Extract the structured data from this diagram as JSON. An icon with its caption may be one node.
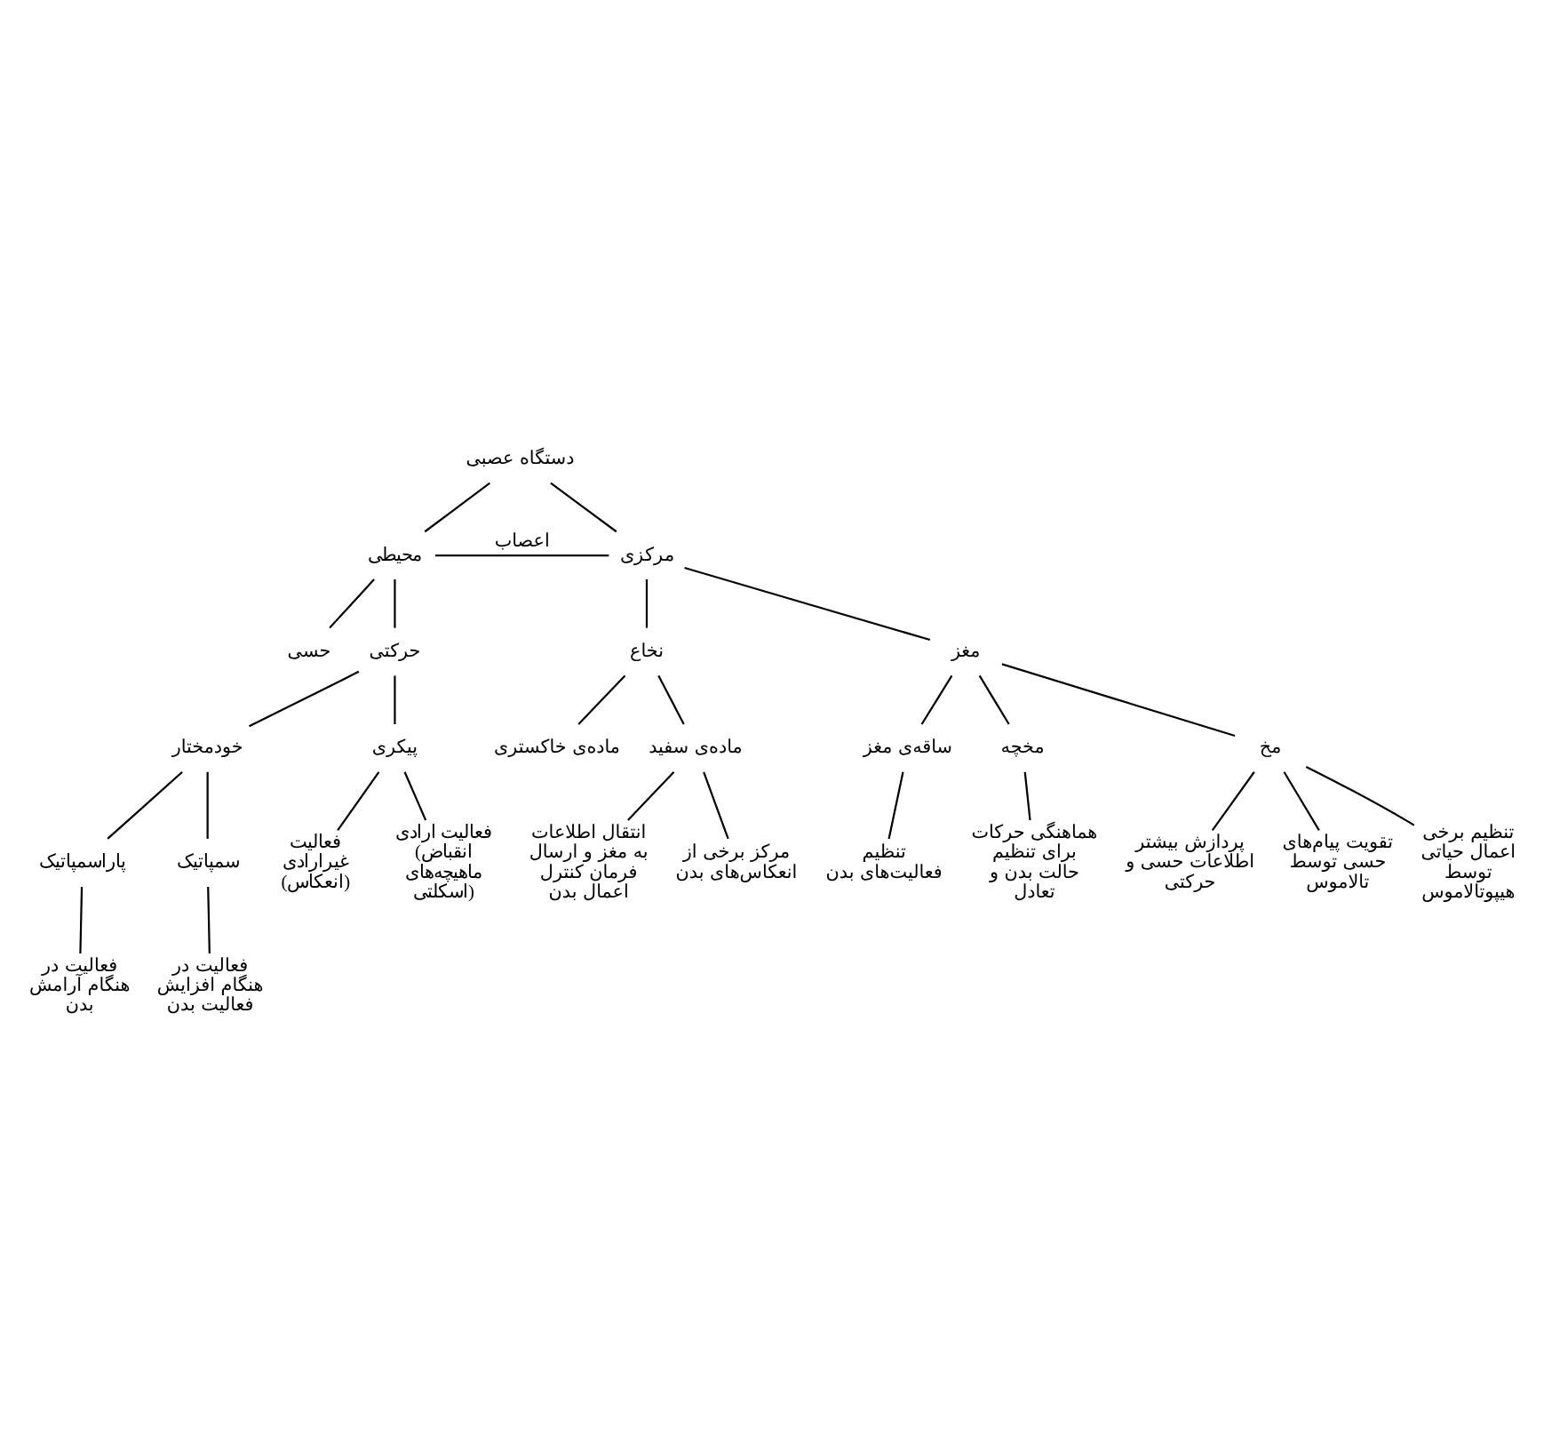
{
  "diagram": {
    "nodes": [
      {
        "text": [
          "دستگاه عصبی"
        ]
      },
      {
        "text": [
          "محیطی"
        ]
      },
      {
        "text": [
          "مرکزی"
        ]
      },
      {
        "text": [
          "حسی"
        ]
      },
      {
        "text": [
          "حرکتی"
        ]
      },
      {
        "text": [
          "نخاع"
        ]
      },
      {
        "text": [
          "مغز"
        ]
      },
      {
        "text": [
          "خودمختار"
        ]
      },
      {
        "text": [
          "پیکری"
        ]
      },
      {
        "text": [
          "ماده‌ی خاکستری"
        ]
      },
      {
        "text": [
          "ماده‌ی سفید"
        ]
      },
      {
        "text": [
          "ساقه‌ی مغز"
        ]
      },
      {
        "text": [
          "مخچه"
        ]
      },
      {
        "text": [
          "مخ"
        ]
      },
      {
        "text": [
          "پاراسمپاتیک"
        ]
      },
      {
        "text": [
          "سمپاتیک"
        ]
      },
      {
        "text": [
          "فعالیت غیرارادی",
          "(انعکاس)"
        ]
      },
      {
        "text": [
          "فعالیت ارادی",
          "(انقباض ماهیچه‌های اسکلتی)"
        ]
      },
      {
        "text": [
          "فعالیت در هنگام آرامش بدن"
        ]
      },
      {
        "text": [
          "فعالیت در هنگام افزایش فعالیت بدن"
        ]
      },
      {
        "text": [
          "انتقال اطلاعات به مغز و ارسال فرمان کنترل اعمال بدن"
        ]
      },
      {
        "text": [
          "مرکز برخی از انعکاس‌های بدن"
        ]
      },
      {
        "text": [
          "تنظیم فعالیت‌های بدن"
        ]
      },
      {
        "text": [
          "هماهنگی حرکات برای تنظیم حالت بدن و تعادل"
        ]
      },
      {
        "text": [
          "پردازش بیشتر اطلاعات حسی و حرکتی"
        ]
      },
      {
        "text": [
          "تقویت پیام‌های حسی توسط تالاموس"
        ]
      },
      {
        "text": [
          "تنظیم برخی اعمال حیاتی توسط هیپوتالاموس"
        ]
      }
    ],
    "edges": [
      {
        "from": 0,
        "to": 1,
        "arrow": "none"
      },
      {
        "from": 0,
        "to": 2,
        "arrow": "none"
      },
      {
        "from": 1,
        "to": 2,
        "arrow": "none",
        "label": "اعصاب"
      },
      {
        "from": 1,
        "to": 4,
        "arrow": "none"
      },
      {
        "from": 1,
        "to": 3,
        "arrow": "none"
      },
      {
        "from": 2,
        "to": 5,
        "arrow": "none"
      },
      {
        "from": 2,
        "to": 6,
        "arrow": "none"
      },
      {
        "from": 4,
        "to": 7,
        "arrow": "none"
      },
      {
        "from": 4,
        "to": 8,
        "arrow": "none"
      },
      {
        "from": 5,
        "to": 9,
        "arrow": "none"
      },
      {
        "from": 5,
        "to": 10,
        "arrow": "none"
      },
      {
        "from": 6,
        "to": 11,
        "arrow": "none"
      },
      {
        "from": 6,
        "to": 12,
        "arrow": "none"
      },
      {
        "from": 6,
        "to": 13,
        "arrow": "none"
      },
      {
        "from": 7,
        "to": 14,
        "arrow": "none"
      },
      {
        "from": 7,
        "to": 15,
        "arrow": "none"
      },
      {
        "from": 8,
        "to": 16,
        "arrow": "none"
      },
      {
        "from": 8,
        "to": 17,
        "arrow": "none"
      },
      {
        "from": 14,
        "to": 18,
        "arrow": "none"
      },
      {
        "from": 15,
        "to": 19,
        "arrow": "none"
      },
      {
        "from": 10,
        "to": 20,
        "arrow": "none"
      },
      {
        "from": 10,
        "to": 21,
        "arrow": "none"
      },
      {
        "from": 11,
        "to": 22,
        "arrow": "none"
      },
      {
        "from": 12,
        "to": 23,
        "arrow": "none"
      },
      {
        "from": 13,
        "to": 24,
        "arrow": "none"
      },
      {
        "from": 13,
        "to": 25,
        "arrow": "none"
      },
      {
        "from": 13,
        "to": 26,
        "arrow": "none"
      }
    ]
  }
}
